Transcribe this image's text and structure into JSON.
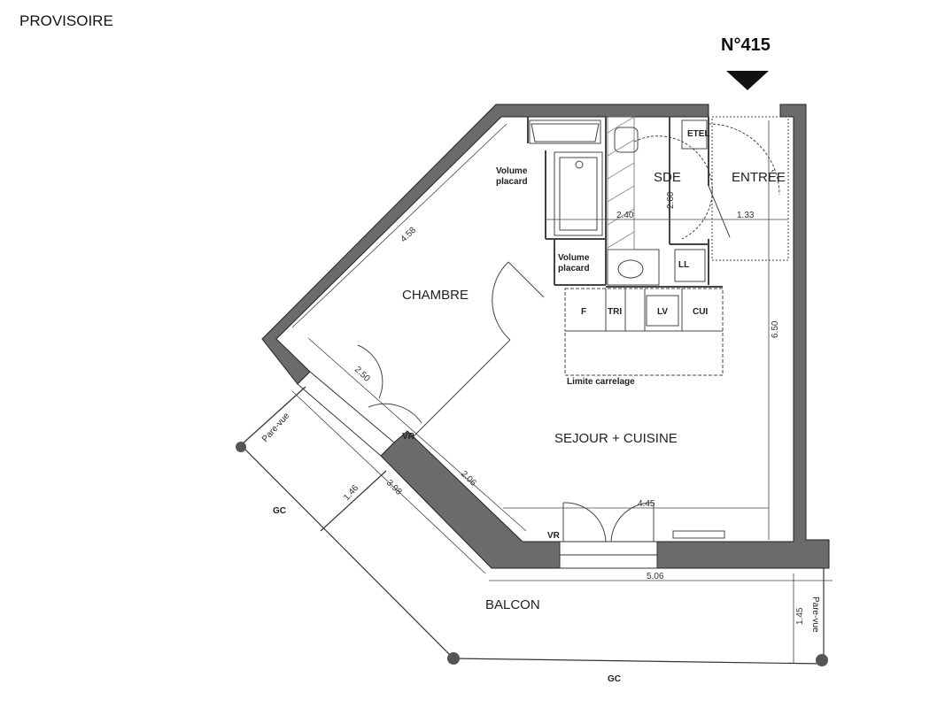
{
  "header": {
    "status": "PROVISOIRE",
    "apartment_number": "N°415"
  },
  "rooms": {
    "chambre": "CHAMBRE",
    "sejour": "SEJOUR + CUISINE",
    "sde": "SDE",
    "entree": "ENTRÉE",
    "balcon": "BALCON"
  },
  "fixtures": {
    "volume_placard_1": [
      "Volume",
      "placard"
    ],
    "volume_placard_2": [
      "Volume",
      "placard"
    ],
    "etel": "ETEL",
    "ll": "LL",
    "f": "F",
    "tri": "TRI",
    "lv": "LV",
    "cui": "CUI",
    "limite_carrelage": "Limite carrelage",
    "vr_1": "VR",
    "vr_2": "VR",
    "pare_vue_1": "Pare-vue",
    "pare_vue_2": "Pare-vue",
    "gc_1": "GC",
    "gc_2": "GC"
  },
  "dimensions": {
    "d_458": "4.58",
    "d_240": "2.40",
    "d_260": "2.60",
    "d_133": "1.33",
    "d_650": "6.50",
    "d_250": "2.50",
    "d_206": "2.06",
    "d_445": "4.45",
    "d_398": "3.98",
    "d_146": "1.46",
    "d_506": "5.06",
    "d_145": "1.45"
  }
}
